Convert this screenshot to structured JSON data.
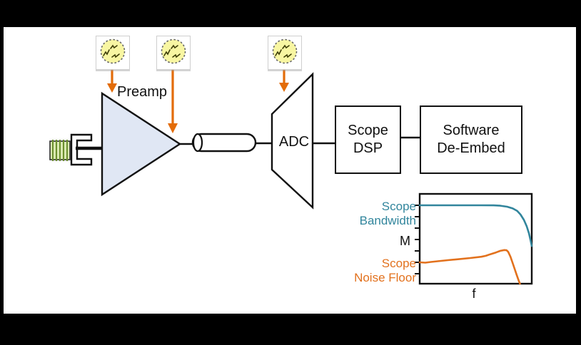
{
  "diagram": {
    "preamp_label": "Preamp",
    "adc_label": "ADC",
    "scope_dsp_box_label": "Scope\nDSP",
    "software_box_label": "Software\nDe-Embed",
    "noise_icons": [
      {
        "name": "noise-source-1",
        "meaning": "noise injected at preamp input"
      },
      {
        "name": "noise-source-2",
        "meaning": "noise injected at preamp output"
      },
      {
        "name": "noise-source-3",
        "meaning": "noise injected at ADC"
      }
    ]
  },
  "chart": {
    "bandwidth_label": "Scope\nBandwidth",
    "m_label": "M",
    "noise_floor_label": "Scope\nNoise Floor",
    "f_label": "f"
  },
  "colors": {
    "arrow_orange": "#E36C09",
    "curve_teal": "#31859C",
    "curve_orange": "#E2711D",
    "preamp_fill": "#E0E7F4",
    "noise_yellow": "#F8F6A2",
    "thread_green_fill": "#D9E8B0",
    "thread_green_line": "#6B8F2E"
  },
  "chart_data": {
    "type": "line",
    "title": "",
    "xlabel": "f",
    "ylabel": "M",
    "axes_numeric": false,
    "grid": false,
    "legend_position": "left-outside",
    "note": "Conceptual sketch: scope bandwidth response rolls off at high frequency; scope noise floor rises with frequency, peaks, then drops. Axes are unlabeled normalized magnitude M vs frequency f.",
    "y_ticks_norm": [
      0.127,
      0.254,
      0.381,
      0.508,
      0.635,
      0.762,
      0.889
    ],
    "series": [
      {
        "name": "Scope Bandwidth",
        "color": "#31859C",
        "points_norm": [
          [
            0,
            0.127
          ],
          [
            0.3,
            0.127
          ],
          [
            0.55,
            0.127
          ],
          [
            0.66,
            0.128
          ],
          [
            0.72,
            0.132
          ],
          [
            0.78,
            0.143
          ],
          [
            0.83,
            0.162
          ],
          [
            0.87,
            0.19
          ],
          [
            0.9,
            0.23
          ],
          [
            0.93,
            0.29
          ],
          [
            0.955,
            0.36
          ],
          [
            0.975,
            0.44
          ],
          [
            0.99,
            0.52
          ],
          [
            1.0,
            0.58
          ]
        ]
      },
      {
        "name": "Scope Noise Floor",
        "color": "#E2711D",
        "points_norm": [
          [
            0,
            0.762
          ],
          [
            0.05,
            0.766
          ],
          [
            0.1,
            0.758
          ],
          [
            0.16,
            0.75
          ],
          [
            0.25,
            0.738
          ],
          [
            0.35,
            0.727
          ],
          [
            0.45,
            0.714
          ],
          [
            0.55,
            0.7
          ],
          [
            0.59,
            0.69
          ],
          [
            0.63,
            0.672
          ],
          [
            0.68,
            0.652
          ],
          [
            0.72,
            0.634
          ],
          [
            0.755,
            0.625
          ],
          [
            0.775,
            0.628
          ],
          [
            0.79,
            0.645
          ],
          [
            0.81,
            0.7
          ],
          [
            0.835,
            0.79
          ],
          [
            0.865,
            0.9
          ],
          [
            0.885,
            0.97
          ],
          [
            0.895,
            1.0
          ]
        ]
      }
    ]
  }
}
